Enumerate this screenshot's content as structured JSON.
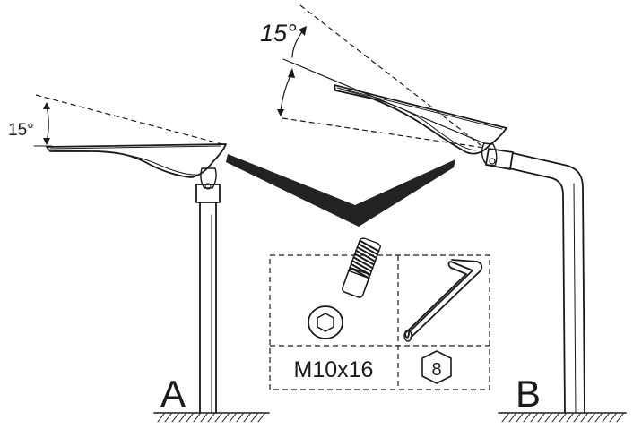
{
  "angles": {
    "left": "15°",
    "right": "15°"
  },
  "labels": {
    "mount_a": "A",
    "mount_b": "B"
  },
  "kit": {
    "bolt_size": "M10x16",
    "hex_key_size": "8"
  },
  "icons": {
    "bolt": "socket-head-bolt-icon",
    "hex_key": "hex-key-icon",
    "hex_size_badge": "hexagon-icon"
  }
}
